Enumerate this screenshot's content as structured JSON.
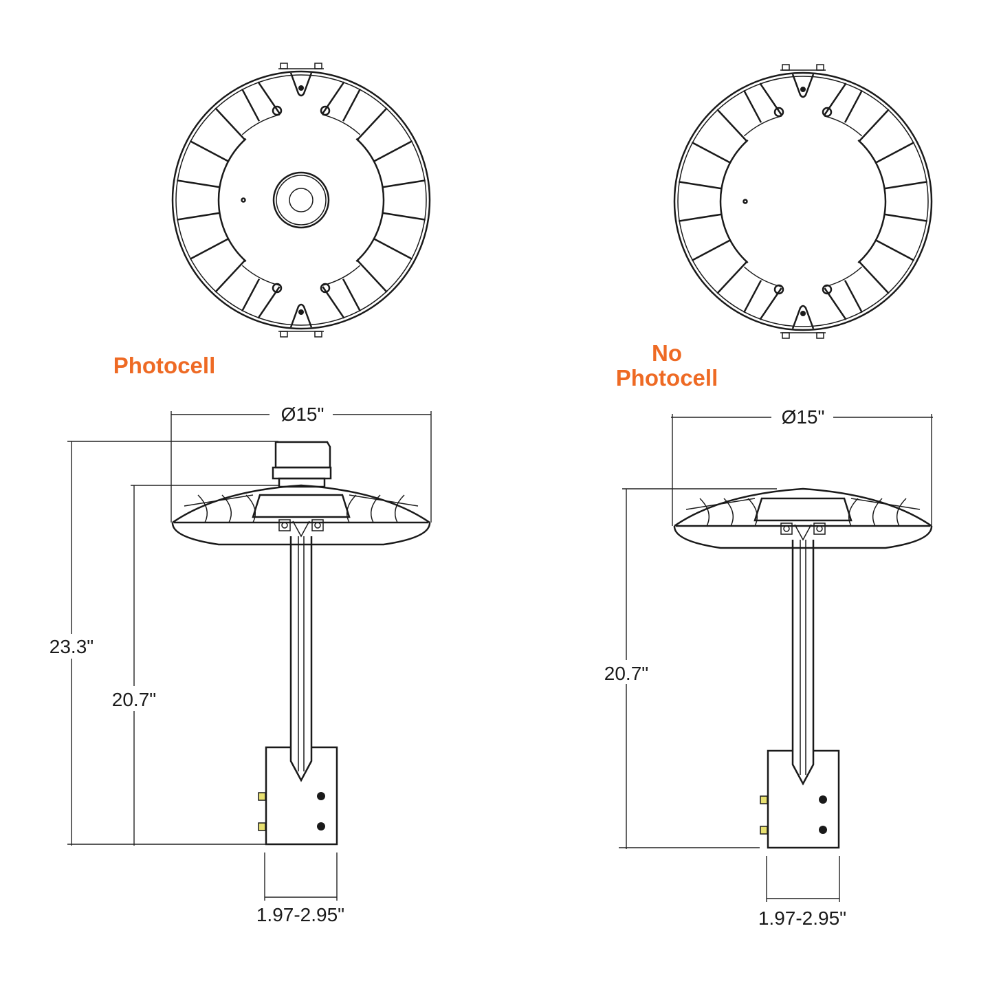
{
  "colors": {
    "label": "#ee6a24",
    "line": "#1a1a1a",
    "bolt": "#e8e070"
  },
  "left": {
    "label": "Photocell",
    "diameter": "Ø15\"",
    "height_total": "23.3\"",
    "height_fixture": "20.7\"",
    "pole_range": "1.97-2.95\""
  },
  "right": {
    "label_line1": "No",
    "label_line2": "Photocell",
    "diameter": "Ø15\"",
    "height_fixture": "20.7\"",
    "pole_range": "1.97-2.95\""
  }
}
